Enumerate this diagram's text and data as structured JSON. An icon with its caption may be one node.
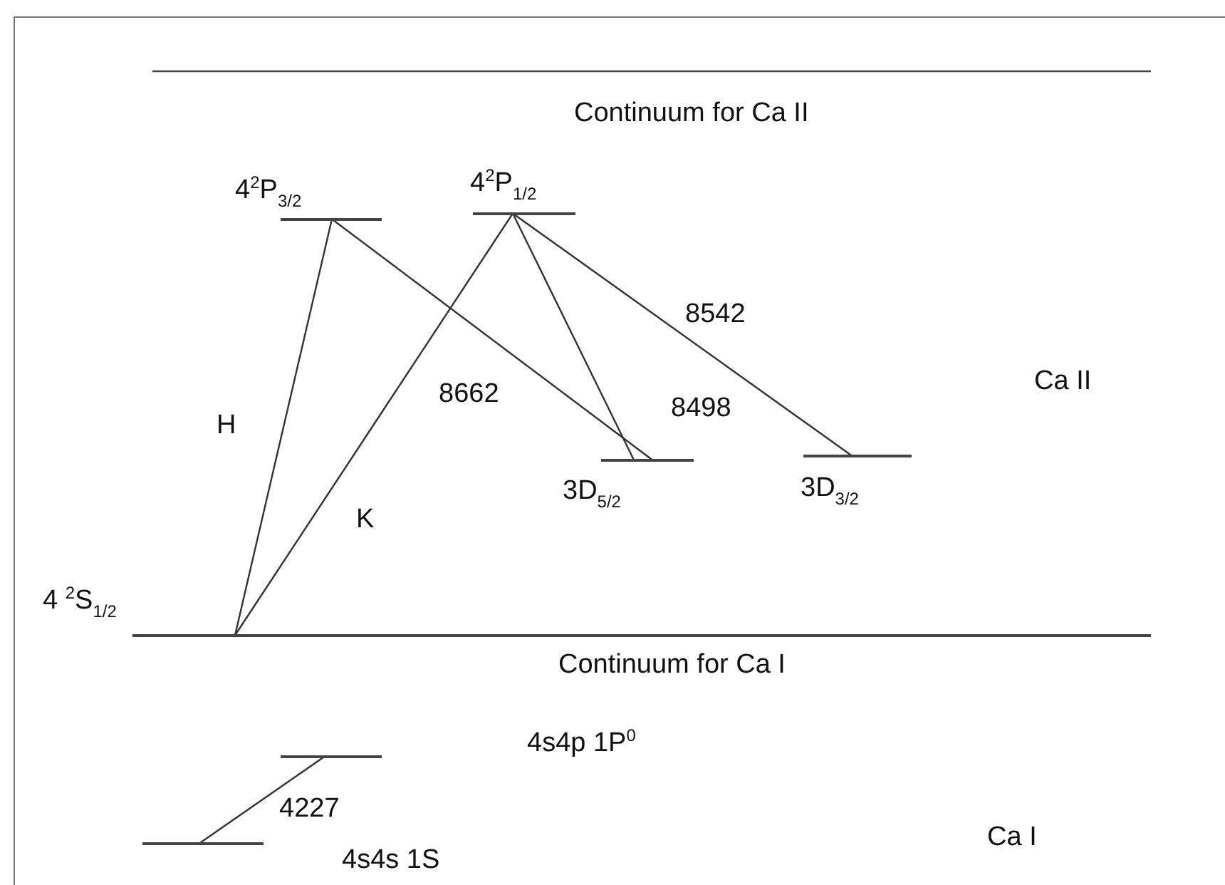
{
  "diagram": {
    "nodes": [
      {
        "text": [
          "4$^{2}$P$_{3/2}$"
        ]
      },
      {
        "text": [
          "4$^{2}$P$_{1/2}$"
        ]
      },
      {
        "text": [
          "3D$_{5/2}$"
        ]
      },
      {
        "text": [
          "3D$_{3/2}$"
        ]
      },
      {
        "text": [
          "4 $^{2}$S$_{1/2}$"
        ]
      },
      {
        "text": [],
        "shape": "bar"
      },
      {
        "text": [
          "4s4s 1S"
        ]
      }
    ],
    "edges": [
      {
        "from": 0,
        "to": 4,
        "arrow": "none",
        "label": "H"
      },
      {
        "from": 1,
        "to": 4,
        "arrow": "none",
        "label": "K"
      },
      {
        "from": 0,
        "to": 2,
        "arrow": "none",
        "label": "8662"
      },
      {
        "from": 1,
        "to": 2,
        "arrow": "none",
        "label": "8498"
      },
      {
        "from": 1,
        "to": 3,
        "arrow": "none",
        "label": "8542"
      },
      {
        "from": 6,
        "to": 5,
        "arrow": "none",
        "label": "4227"
      }
    ],
    "labels": [
      "Continuum for Ca II",
      "Ca II",
      "Continuum for Ca I",
      "4s4p 1P$^{0}$",
      "Ca I"
    ]
  }
}
